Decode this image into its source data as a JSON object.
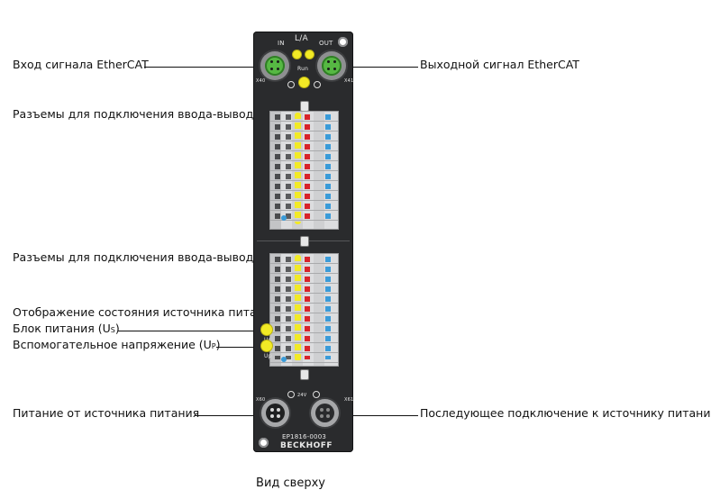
{
  "labels": {
    "ethercat_in": "Вход сигнала EtherCAT",
    "ethercat_out": "Выходной сигнал EtherCAT",
    "io_connectors_1": "Разъемы для подключения ввода-вывода (входные)",
    "io_connectors_2": "Разъемы для подключения ввода-вывода (входные)",
    "power_status": "Отображение состояния источника питания:",
    "power_us_prefix": "Блок питания (U",
    "power_us_sub": "S",
    "power_up_prefix": "Вспомогательное напряжение (U",
    "power_up_sub": "P",
    "power_supply": "Питание от источника питания",
    "power_next": "Последующее подключение к источнику питания"
  },
  "module": {
    "in_label": "IN",
    "la_label": "L/A",
    "out_label": "OUT",
    "run_label": "Run",
    "x40": "X40",
    "x41": "X41",
    "x60": "X60",
    "x61": "X61",
    "us_led_label": "Us",
    "up_led_label": "Up",
    "v24_label": "24V",
    "model": "EP1816-0003",
    "brand": "BECKHOFF"
  },
  "caption": "Вид сверху",
  "colors": {
    "housing": "#2a2b2d",
    "led_yellow": "#f2ea26",
    "connector_green": "#56b843",
    "terminal_red": "#d8232a",
    "terminal_blue": "#3a9bd8",
    "terminal_dark": "#4a4b4d"
  }
}
